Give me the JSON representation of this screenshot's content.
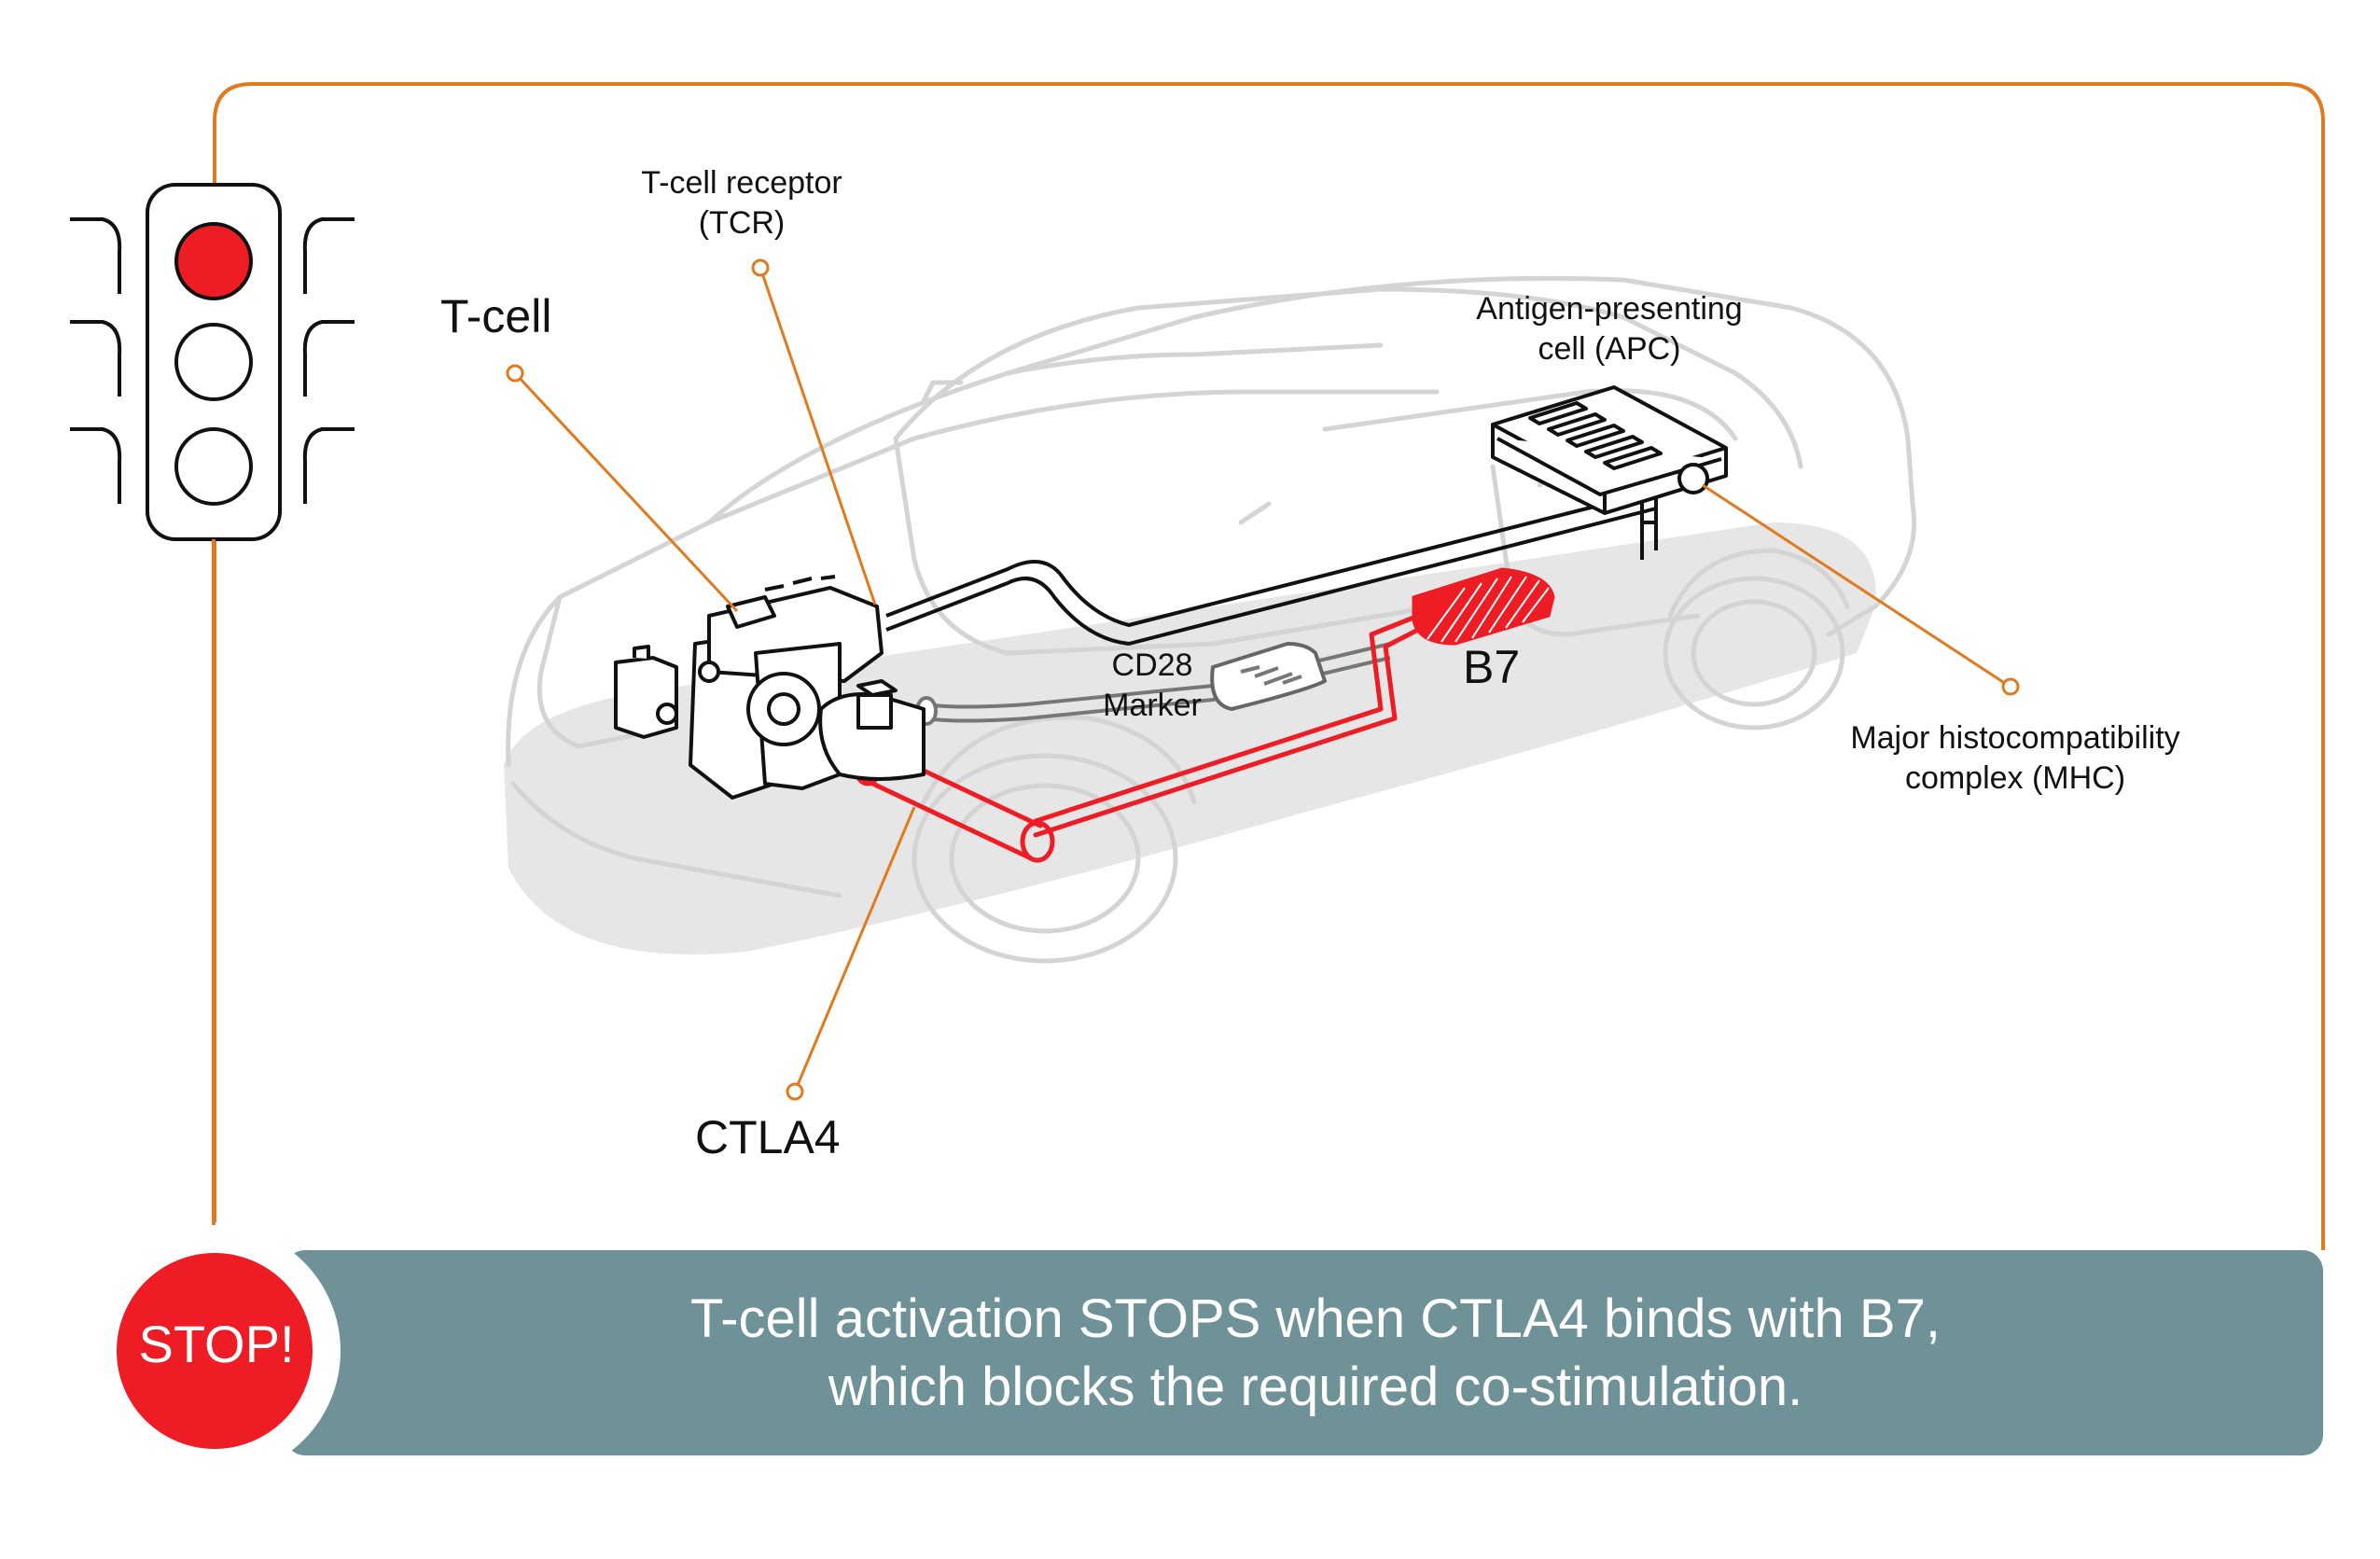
{
  "labels": {
    "tcell": "T-cell",
    "tcr_line1": "T-cell receptor",
    "tcr_line2": "(TCR)",
    "apc_line1": "Antigen-presenting",
    "apc_line2": "cell (APC)",
    "cd28_line1": "CD28",
    "cd28_line2": "Marker",
    "b7": "B7",
    "mhc_line1": "Major histocompatibility",
    "mhc_line2": "complex (MHC)",
    "ctla4": "CTLA4"
  },
  "banner": {
    "line1": "T-cell activation STOPS when CTLA4 binds with B7,",
    "line2": "which blocks the required co-stimulation.",
    "stop_badge": "STOP!"
  },
  "colors": {
    "accent_orange": "#e07a1f",
    "signal_red": "#ee1c24",
    "banner_teal": "#6f9198",
    "car_outline": "#d8d8d8",
    "car_shadow": "#e6e6e6"
  },
  "traffic_light": {
    "active_lamp": "red"
  }
}
